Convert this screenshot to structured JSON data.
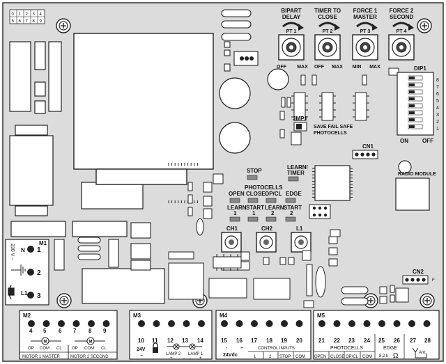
{
  "corner_grid": [
    "0",
    "1",
    "2",
    "3",
    "4",
    "5",
    "6",
    "7",
    "8",
    "9"
  ],
  "trimmers": [
    {
      "top1": "BIPART",
      "top2": "DELAY",
      "id": "PT 1",
      "left": "OFF",
      "right": "MAX"
    },
    {
      "top1": "TIMER TO",
      "top2": "CLOSE",
      "id": "PT 2",
      "left": "OFF",
      "right": "MAX"
    },
    {
      "top1": "FORCE 1",
      "top2": "MASTER",
      "id": "PT 3",
      "left": "MIN",
      "right": "MAX"
    },
    {
      "top1": "FORCE 2",
      "top2": "SECOND",
      "id": "PT 4",
      "left": "",
      "right": ""
    }
  ],
  "dip": {
    "title": "DIP1",
    "numbers": [
      "8",
      "7",
      "6",
      "5",
      "4",
      "3",
      "2",
      "1"
    ],
    "on": "ON",
    "off": "OFF"
  },
  "jmp": {
    "title": "JMP1",
    "line1": "SAVE FAIL SAFE",
    "line2": "PHOTOCELLS"
  },
  "cn1": "CN1",
  "cn2": "CN2",
  "cn2_side": "F",
  "radio": "RADIO MODULE",
  "leds": {
    "stop": "STOP",
    "learn_timer1": "LEARN/",
    "learn_timer2": "TIMER",
    "photocells": "PHOTOCELLS",
    "row1": [
      "OPEN",
      "CLOSE",
      "OP/CL",
      "EDGE"
    ],
    "row2a": [
      "LEARN",
      "START",
      "LEARN",
      "START"
    ],
    "row2b": [
      "1",
      "1",
      "2",
      "2"
    ]
  },
  "buttons": [
    "CH1",
    "CH2",
    "L1"
  ],
  "m1": {
    "title": "M1",
    "voltage": "230 V ~",
    "n": "N",
    "l1": "L1",
    "pins": [
      "1",
      "2",
      "3"
    ]
  },
  "m2": {
    "title": "M2",
    "pins": [
      "4",
      "5",
      "6",
      "7",
      "8",
      "9"
    ],
    "sub": [
      "OP",
      "COM",
      "CL",
      "OP",
      "COM",
      "CL"
    ],
    "motor": "M",
    "footer": [
      "MOTOR 1 MASTER",
      "MOTOR 2 SECOND"
    ]
  },
  "m3": {
    "title": "M3",
    "pins": [
      "10",
      "11",
      "12",
      "13",
      "14"
    ],
    "v24": "24V",
    "tilde": "~",
    "lamp2": "LAMP 2",
    "lamp1": "LAMP 1",
    "pm": [
      "+",
      "-",
      "-",
      "+"
    ]
  },
  "m4": {
    "title": "M4",
    "pins": [
      "15",
      "16",
      "17",
      "18",
      "19",
      "20"
    ],
    "minus": "-",
    "plus": "+",
    "v24dc": "24Vdc",
    "ci": "CONTROL INPUTS",
    "sub": [
      "1",
      "2",
      "STOP",
      "COM"
    ]
  },
  "m5": {
    "title": "M5",
    "pins": [
      "21",
      "22",
      "23",
      "24",
      "25",
      "26",
      "27",
      "28"
    ],
    "photocells": "PHOTOCELLS",
    "edge": "EDGE",
    "edge_val": "8,2 k",
    "omega": "Ω",
    "ant": "Ant.",
    "sub": [
      "OPEN",
      "CLOSE",
      "OP/CL",
      "COM"
    ]
  }
}
